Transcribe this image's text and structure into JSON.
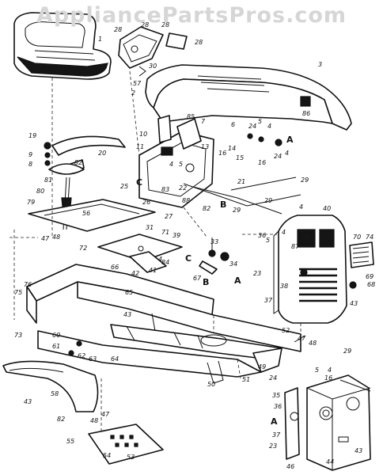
{
  "watermark": "AppliancePartsPros.com",
  "callouts": [
    {
      "id": "c1",
      "text": "1"
    },
    {
      "id": "c2",
      "text": "2"
    },
    {
      "id": "c3",
      "text": "3"
    },
    {
      "id": "c4a",
      "text": "4"
    },
    {
      "id": "c4b",
      "text": "4"
    },
    {
      "id": "c4c",
      "text": "4"
    },
    {
      "id": "c4d",
      "text": "4"
    },
    {
      "id": "c4e",
      "text": "4"
    },
    {
      "id": "c4f",
      "text": "4"
    },
    {
      "id": "c4g",
      "text": "4"
    },
    {
      "id": "c5a",
      "text": "5"
    },
    {
      "id": "c5b",
      "text": "5"
    },
    {
      "id": "c5c",
      "text": "5"
    },
    {
      "id": "c5d",
      "text": "5"
    },
    {
      "id": "c6",
      "text": "6"
    },
    {
      "id": "c7",
      "text": "7"
    },
    {
      "id": "c8",
      "text": "8"
    },
    {
      "id": "c9",
      "text": "9"
    },
    {
      "id": "c10",
      "text": "10"
    },
    {
      "id": "c11",
      "text": "11"
    },
    {
      "id": "c13",
      "text": "13"
    },
    {
      "id": "c14",
      "text": "14"
    },
    {
      "id": "c15",
      "text": "15"
    },
    {
      "id": "c16a",
      "text": "16"
    },
    {
      "id": "c16b",
      "text": "16"
    },
    {
      "id": "c16c",
      "text": "16"
    },
    {
      "id": "c19",
      "text": "19"
    },
    {
      "id": "c20",
      "text": "20"
    },
    {
      "id": "c21",
      "text": "21"
    },
    {
      "id": "c22",
      "text": "22"
    },
    {
      "id": "c23a",
      "text": "23"
    },
    {
      "id": "c23b",
      "text": "23"
    },
    {
      "id": "c24a",
      "text": "24"
    },
    {
      "id": "c24b",
      "text": "24"
    },
    {
      "id": "c24c",
      "text": "24"
    },
    {
      "id": "c25",
      "text": "25"
    },
    {
      "id": "c26",
      "text": "26"
    },
    {
      "id": "c27",
      "text": "27"
    },
    {
      "id": "c28a",
      "text": "28"
    },
    {
      "id": "c28b",
      "text": "28"
    },
    {
      "id": "c28c",
      "text": "28"
    },
    {
      "id": "c28d",
      "text": "28"
    },
    {
      "id": "c28e",
      "text": "28"
    },
    {
      "id": "c29a",
      "text": "29"
    },
    {
      "id": "c29b",
      "text": "29"
    },
    {
      "id": "c29c",
      "text": "29"
    },
    {
      "id": "c29d",
      "text": "29"
    },
    {
      "id": "c30",
      "text": "30"
    },
    {
      "id": "c31",
      "text": "31"
    },
    {
      "id": "c33",
      "text": "33"
    },
    {
      "id": "c34",
      "text": "34"
    },
    {
      "id": "c35",
      "text": "35"
    },
    {
      "id": "c36a",
      "text": "36"
    },
    {
      "id": "c36b",
      "text": "36"
    },
    {
      "id": "c37a",
      "text": "37"
    },
    {
      "id": "c37b",
      "text": "37"
    },
    {
      "id": "c38",
      "text": "38"
    },
    {
      "id": "c39",
      "text": "39"
    },
    {
      "id": "c40",
      "text": "40"
    },
    {
      "id": "c41",
      "text": "41"
    },
    {
      "id": "c42",
      "text": "42"
    },
    {
      "id": "c43a",
      "text": "43"
    },
    {
      "id": "c43b",
      "text": "43"
    },
    {
      "id": "c43c",
      "text": "43"
    },
    {
      "id": "c43d",
      "text": "43"
    },
    {
      "id": "c44",
      "text": "44"
    },
    {
      "id": "c46",
      "text": "46"
    },
    {
      "id": "c47a",
      "text": "47"
    },
    {
      "id": "c47b",
      "text": "47"
    },
    {
      "id": "c47c",
      "text": "47"
    },
    {
      "id": "c48a",
      "text": "48"
    },
    {
      "id": "c48b",
      "text": "48"
    },
    {
      "id": "c48c",
      "text": "48"
    },
    {
      "id": "c49",
      "text": "49"
    },
    {
      "id": "c50",
      "text": "50"
    },
    {
      "id": "c51",
      "text": "51"
    },
    {
      "id": "c52",
      "text": "52"
    },
    {
      "id": "c53",
      "text": "53"
    },
    {
      "id": "c54",
      "text": "54"
    },
    {
      "id": "c55",
      "text": "55"
    },
    {
      "id": "c56",
      "text": "56"
    },
    {
      "id": "c57",
      "text": "57"
    },
    {
      "id": "c58",
      "text": "58"
    },
    {
      "id": "c60",
      "text": "60"
    },
    {
      "id": "c61",
      "text": "61"
    },
    {
      "id": "c62",
      "text": "62"
    },
    {
      "id": "c63",
      "text": "63"
    },
    {
      "id": "c64",
      "text": "64"
    },
    {
      "id": "c65",
      "text": "65"
    },
    {
      "id": "c66",
      "text": "66"
    },
    {
      "id": "c67",
      "text": "67"
    },
    {
      "id": "c68",
      "text": "68"
    },
    {
      "id": "c69",
      "text": "69"
    },
    {
      "id": "c70",
      "text": "70"
    },
    {
      "id": "c71",
      "text": "71"
    },
    {
      "id": "c72",
      "text": "72"
    },
    {
      "id": "c73",
      "text": "73"
    },
    {
      "id": "c74",
      "text": "74"
    },
    {
      "id": "c75",
      "text": "75"
    },
    {
      "id": "c76",
      "text": "76"
    },
    {
      "id": "c79",
      "text": "79"
    },
    {
      "id": "c80",
      "text": "80"
    },
    {
      "id": "c81",
      "text": "81"
    },
    {
      "id": "c82a",
      "text": "82"
    },
    {
      "id": "c82b",
      "text": "82"
    },
    {
      "id": "c82c",
      "text": "82"
    },
    {
      "id": "c83",
      "text": "83"
    },
    {
      "id": "c84",
      "text": "84"
    },
    {
      "id": "c85",
      "text": "85"
    },
    {
      "id": "c86",
      "text": "86"
    },
    {
      "id": "c87",
      "text": "87"
    },
    {
      "id": "c88",
      "text": "88"
    },
    {
      "id": "cA1",
      "text": "A"
    },
    {
      "id": "cA2",
      "text": "A"
    },
    {
      "id": "cA3",
      "text": "A"
    },
    {
      "id": "cB1",
      "text": "B"
    },
    {
      "id": "cB2",
      "text": "B"
    },
    {
      "id": "cC1",
      "text": "C"
    },
    {
      "id": "cC2",
      "text": "C"
    }
  ]
}
